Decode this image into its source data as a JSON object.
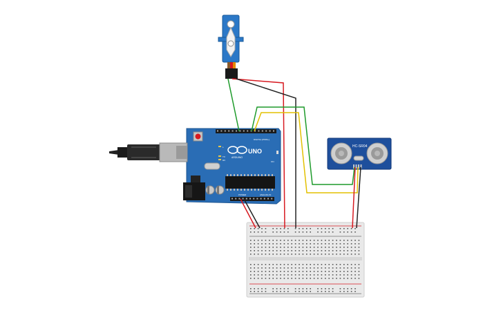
{
  "arduino": {
    "model_label": "UNO",
    "brand_label": "ARDUINO",
    "digital_header_label": "DIGITAL (PWM~)",
    "power_label": "POWER",
    "analog_label": "ANALOG IN",
    "on_label": "ON",
    "tx_label": "TX",
    "rx_label": "RX",
    "l_label": "L",
    "board_color": "#2a6db5"
  },
  "sensor": {
    "model_label": "HC-SR04",
    "board_color": "#1e4f9c"
  },
  "servo": {
    "body_color": "#2b78c7"
  },
  "wires": {
    "signal_color": "#1d9a2a",
    "power_color": "#d71920",
    "ground_color": "#222222",
    "trigger_color": "#e3c000"
  }
}
